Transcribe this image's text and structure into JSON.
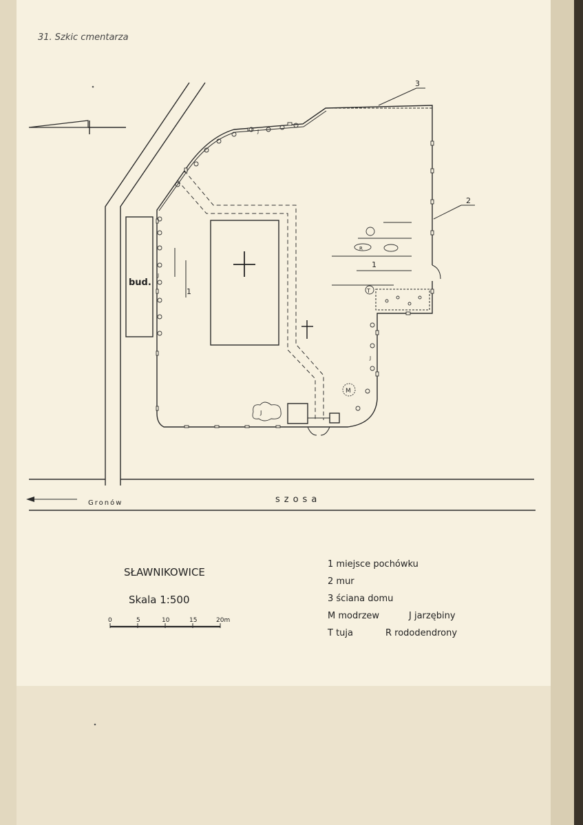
{
  "page_title": "31. Szkic cmentarza",
  "map": {
    "building_label": "bud.",
    "wall_callout": "2",
    "house_wall_callout": "3",
    "burial_callout": "1",
    "road_label": "szosa",
    "direction_label": "Gronów",
    "tree_labels": {
      "larch": "M",
      "rowan": "J",
      "thuja": "T",
      "rhododendron": "R"
    }
  },
  "caption": {
    "place": "SŁAWNIKOWICE",
    "scale": "Skala 1:500",
    "scale_ticks": [
      "0",
      "5",
      "10",
      "15",
      "20m"
    ]
  },
  "legend": {
    "items": [
      "1  miejsce pochówku",
      "2  mur",
      "3  ściana domu"
    ],
    "pairs": [
      [
        "M  modrzew",
        "J  jarzębiny"
      ],
      [
        "T  tuja",
        "R  rododendrony"
      ]
    ]
  }
}
